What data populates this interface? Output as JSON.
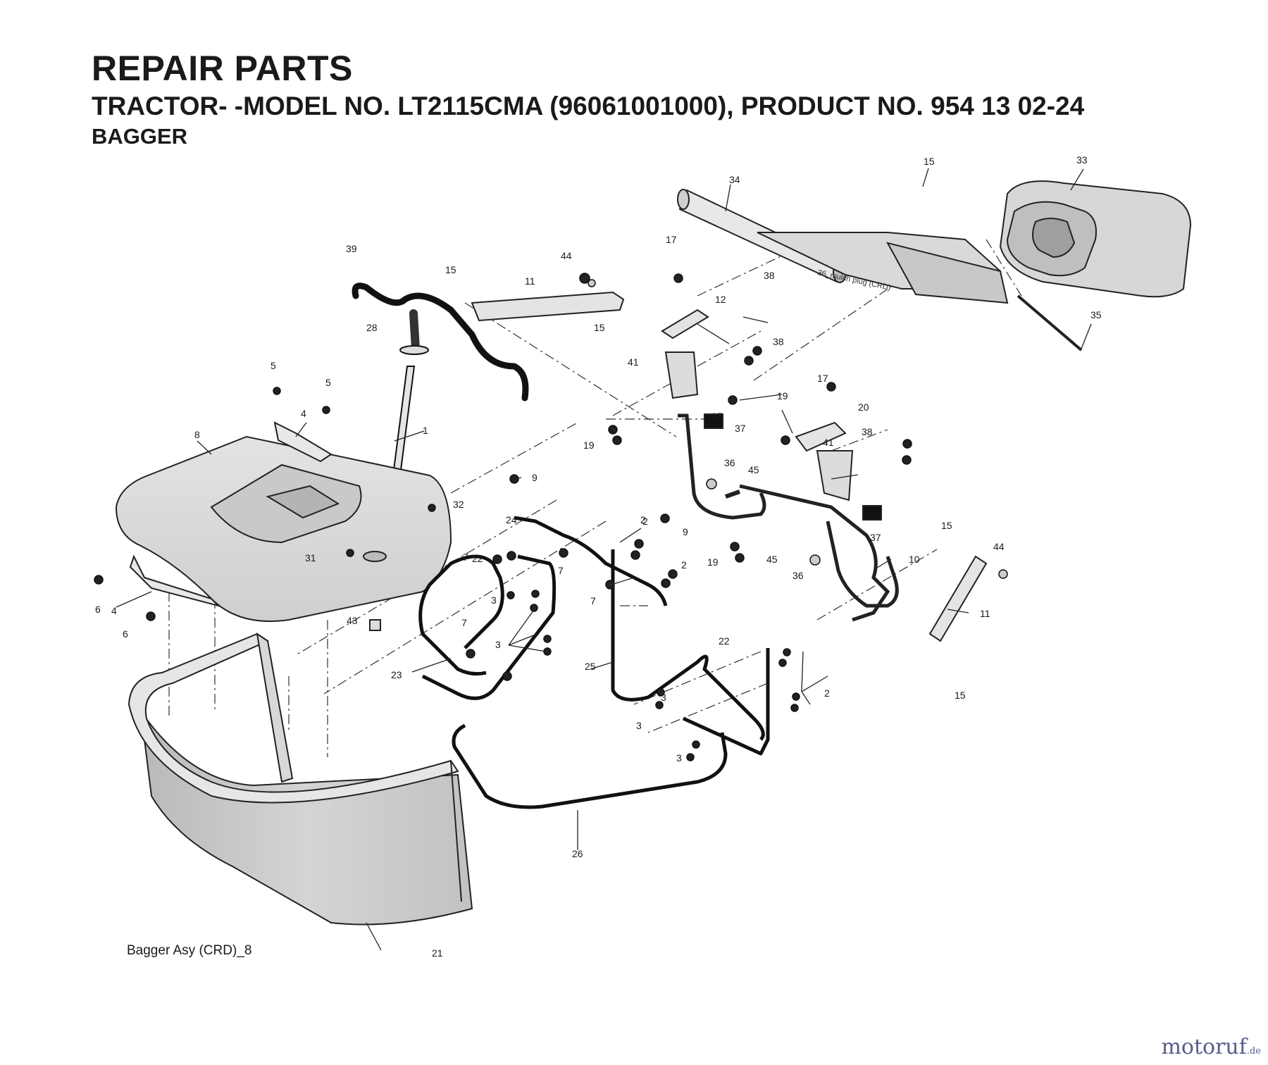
{
  "header": {
    "title": "REPAIR PARTS",
    "subtitle": "TRACTOR- -MODEL NO. LT2115CMA (96061001000), PRODUCT NO. 954 13 02-24",
    "section": "BAGGER"
  },
  "diagram": {
    "caption": "Bagger Asy (CRD)_8",
    "mulch_note": "36_mulch plug (CRD)",
    "callouts": [
      "1",
      "2",
      "3",
      "4",
      "5",
      "6",
      "7",
      "8",
      "9",
      "10",
      "11",
      "12",
      "15",
      "17",
      "19",
      "20",
      "21",
      "22",
      "23",
      "24",
      "25",
      "26",
      "28",
      "31",
      "32",
      "33",
      "34",
      "35",
      "36",
      "37",
      "38",
      "39",
      "41",
      "43",
      "44",
      "45"
    ]
  },
  "watermark": {
    "brand": "motoruf",
    "tld": ".de"
  }
}
